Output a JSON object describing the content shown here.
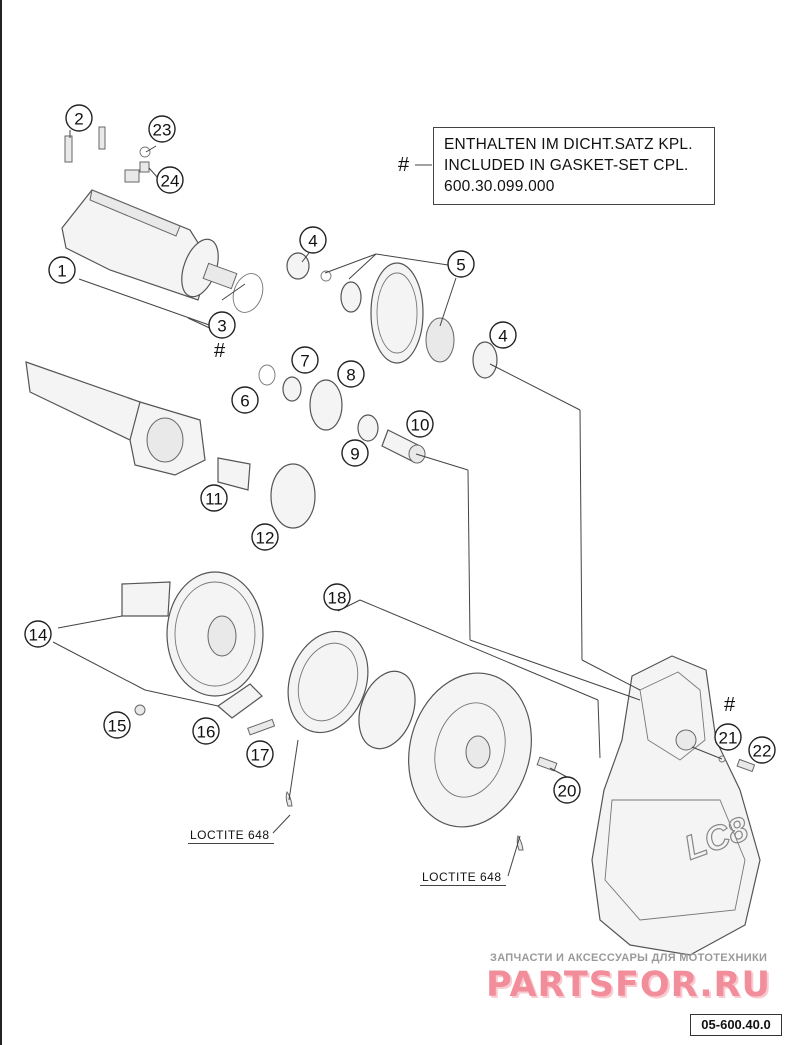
{
  "note": {
    "symbol": "#",
    "lines": [
      "ENTHALTEN IM DICHT.SATZ KPL.",
      "INCLUDED IN GASKET-SET CPL.",
      "600.30.099.000"
    ]
  },
  "marks": {
    "hash": "#"
  },
  "callouts": [
    {
      "n": "1"
    },
    {
      "n": "2"
    },
    {
      "n": "3"
    },
    {
      "n": "4"
    },
    {
      "n": "4"
    },
    {
      "n": "5"
    },
    {
      "n": "6"
    },
    {
      "n": "7"
    },
    {
      "n": "8"
    },
    {
      "n": "9"
    },
    {
      "n": "10"
    },
    {
      "n": "11"
    },
    {
      "n": "12"
    },
    {
      "n": "14"
    },
    {
      "n": "15"
    },
    {
      "n": "16"
    },
    {
      "n": "17"
    },
    {
      "n": "18"
    },
    {
      "n": "20"
    },
    {
      "n": "21"
    },
    {
      "n": "22"
    },
    {
      "n": "23"
    },
    {
      "n": "24"
    }
  ],
  "loctite": [
    "LOCTITE 648",
    "LOCTITE 648"
  ],
  "cover_logo": "LC8",
  "watermark": {
    "tagline": "ЗАПЧАСТИ И АКСЕССУАРЫ ДЛЯ МОТОТЕХНИКИ",
    "logo": "PARTSFOR.RU"
  },
  "figure_code": "05-600.40.0"
}
